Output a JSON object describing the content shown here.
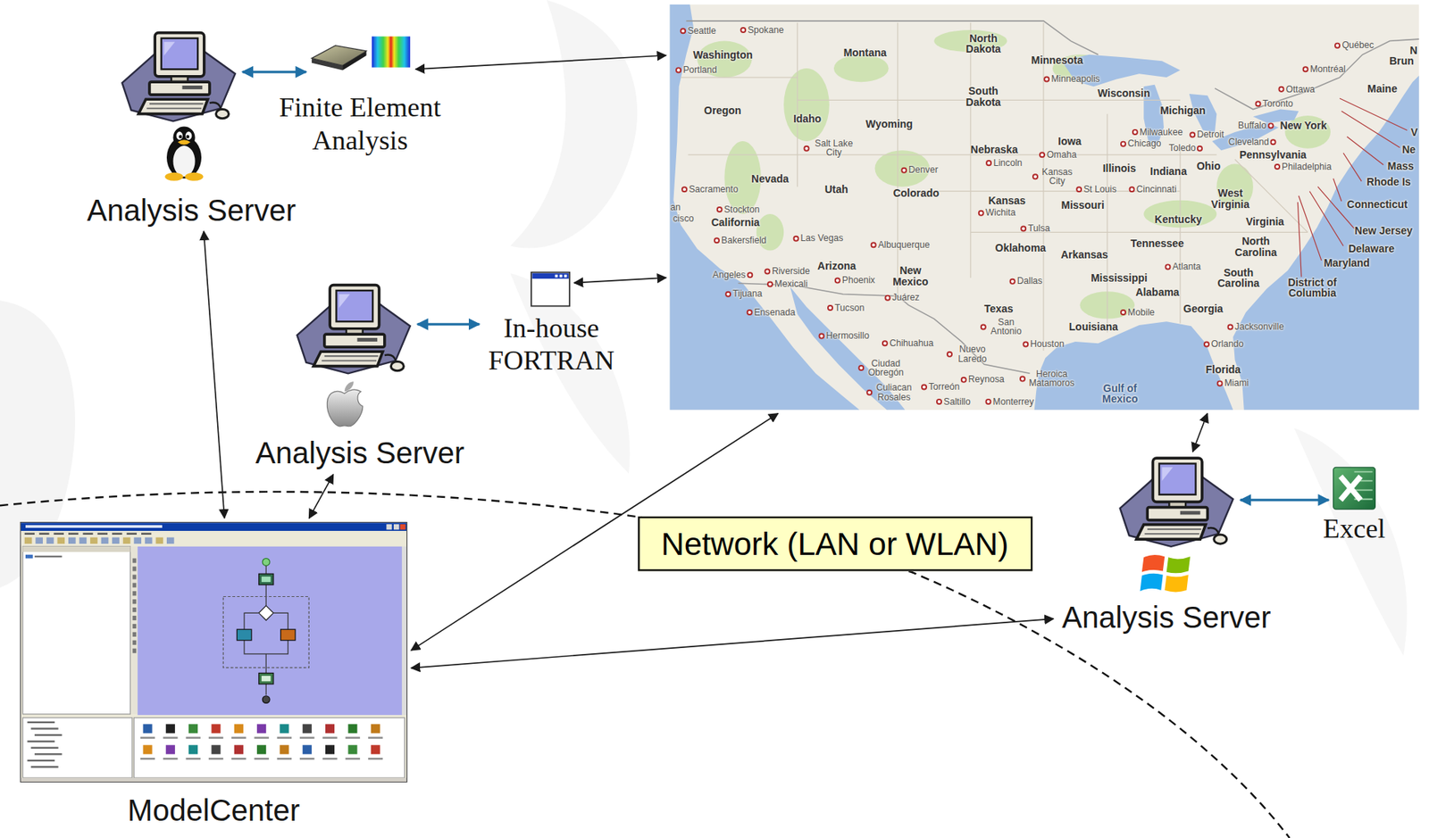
{
  "diagram": {
    "nodes": [
      {
        "text": [
          "Analysis Server"
        ]
      },
      {
        "text": [
          "Finite Element Analysis"
        ]
      },
      {
        "text": [
          "Seattle",
          "Spokane",
          "Washington",
          "Portland",
          "Montana",
          "North Dakota",
          "Minnesota",
          "Minneapolis",
          "South Dakota",
          "Wisconsin",
          "Oregon",
          "Idaho",
          "Wyoming",
          "Michigan",
          "Québec",
          "Montréal",
          "Ottawa",
          "Maine",
          "N",
          "Brun",
          "Toronto",
          "Buffalo",
          "New York",
          "V",
          "Ne",
          "Mass",
          "Milwaukee",
          "Detroit",
          "Chicago",
          "Cleveland",
          "Toledo",
          "Iowa",
          "Omaha",
          "Nebraska",
          "Lincoln",
          "Salt Lake City",
          "Denver",
          "Kansas City",
          "Pennsylvania",
          "Philadelphia",
          "Illinois",
          "Indiana",
          "Ohio",
          "Nevada",
          "Utah",
          "Colorado",
          "Sacramento",
          "an",
          "cisco",
          "Stockton",
          "California",
          "Kansas",
          "Wichita",
          "Missouri",
          "St Louis",
          "Cincinnati",
          "West Virginia",
          "Kentucky",
          "Virginia",
          "Rhode Is",
          "Connecticut",
          "New Jersey",
          "Delaware",
          "Maryland",
          "District of Columbia",
          "Bakersfield",
          "Las Vegas",
          "Albuquerque",
          "Tulsa",
          "Oklahoma",
          "Arkansas",
          "Tennessee",
          "North Carolina",
          "Arizona",
          "New Mexico",
          "Angeles",
          "Riverside",
          "Mexicali",
          "Phoenix",
          "Juárez",
          "Tijuana",
          "Atlanta",
          "South Carolina",
          "Dallas",
          "Mississippi",
          "Alabama",
          "Georgia",
          "Ensenada",
          "Tucson",
          "Texas",
          "San Antonio",
          "Louisiana",
          "Mobile",
          "Jacksonville",
          "Hermosillo",
          "Chihuahua",
          "Nuevo Laredo",
          "Houston",
          "Orlando",
          "Ciudad Obregón",
          "Florida",
          "Reynosa",
          "Heroica Matamoros",
          "Miami",
          "Culiacan Rosales",
          "Torreón",
          "Gulf of Mexico",
          "Saltillo",
          "Monterrey"
        ]
      },
      {
        "text": [
          "Analysis Server"
        ]
      },
      {
        "text": [
          "In-house FORTRAN"
        ]
      },
      {
        "text": [
          "Analysis Server"
        ]
      },
      {
        "text": [
          "Excel"
        ]
      },
      {
        "text": [
          "Network (LAN or WLAN)"
        ]
      },
      {
        "text": [
          "ModelCenter"
        ]
      }
    ],
    "edges": [
      {
        "from": 0,
        "to": 1,
        "arrow": "both"
      },
      {
        "from": 1,
        "to": 2,
        "arrow": "both"
      },
      {
        "from": 3,
        "to": 4,
        "arrow": "both"
      },
      {
        "from": 4,
        "to": 2,
        "arrow": "both"
      },
      {
        "from": 8,
        "to": 0,
        "arrow": "both"
      },
      {
        "from": 8,
        "to": 3,
        "arrow": "both"
      },
      {
        "from": 8,
        "to": 2,
        "arrow": "both"
      },
      {
        "from": 8,
        "to": 5,
        "arrow": "both"
      },
      {
        "from": 5,
        "to": 2,
        "arrow": "both"
      },
      {
        "from": 5,
        "to": 6,
        "arrow": "both"
      }
    ]
  }
}
